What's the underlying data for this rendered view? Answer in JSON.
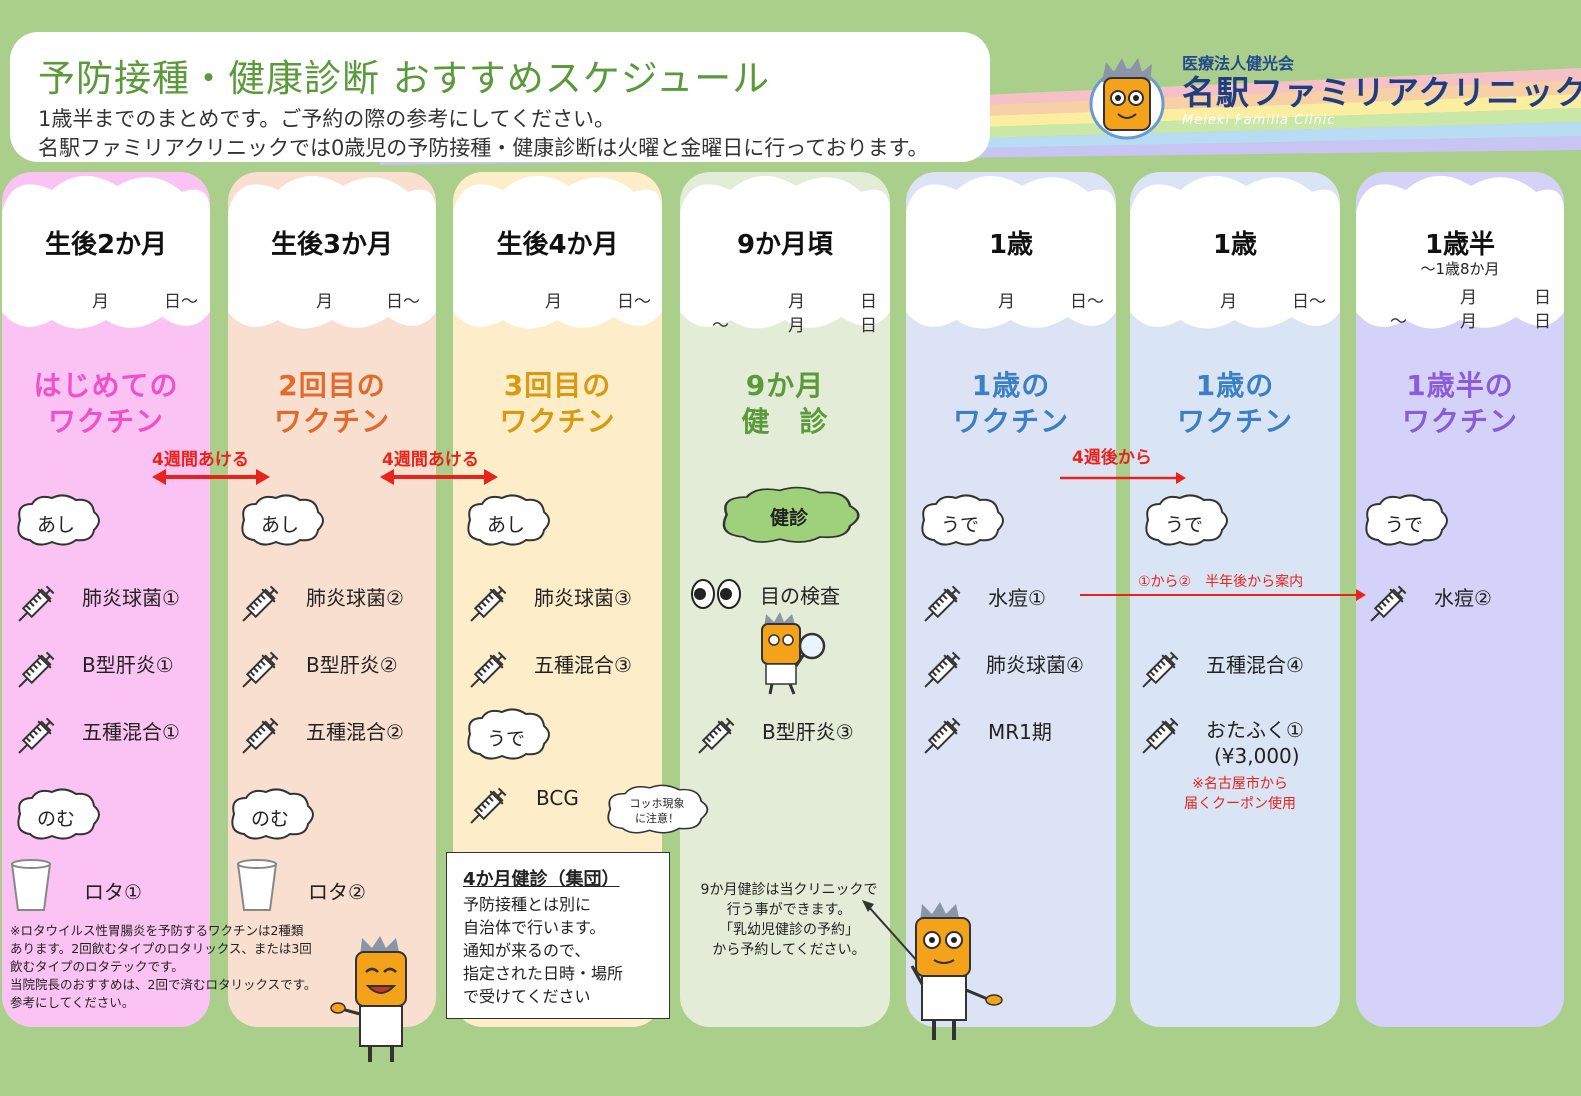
{
  "header": {
    "title": "予防接種・健康診断 おすすめスケジュール",
    "subtitle1": "1歳半までのまとめです。ご予約の際の参考にしてください。",
    "subtitle2": "名駅ファミリアクリニックでは0歳児の予防接種・健康診断は火曜と金曜日に行っております。",
    "logo_small": "医療法人健光会",
    "logo_name": "名駅ファミリアクリニック",
    "logo_en": "Meieki Familia Clinic"
  },
  "date_labels": {
    "month": "月",
    "day": "日",
    "day_from": "日〜",
    "tilde": "〜"
  },
  "columns": [
    {
      "age": "生後2か月",
      "vaccine_title": [
        "はじめての",
        "ワクチン"
      ],
      "title_color": "#f050c8"
    },
    {
      "age": "生後3か月",
      "vaccine_title": [
        "2回目の",
        "ワクチン"
      ],
      "title_color": "#e26a2a"
    },
    {
      "age": "生後4か月",
      "vaccine_title": [
        "3回目の",
        "ワクチン"
      ],
      "title_color": "#d89a10"
    },
    {
      "age": "9か月頃",
      "vaccine_title": [
        "9か月",
        "健　診"
      ],
      "title_color": "#5a9a3a"
    },
    {
      "age": "1歳",
      "vaccine_title": [
        "1歳の",
        "ワクチン"
      ],
      "title_color": "#3b7fc4"
    },
    {
      "age": "1歳",
      "vaccine_title": [
        "1歳の",
        "ワクチン"
      ],
      "title_color": "#3b7fc4"
    },
    {
      "age": "1歳半",
      "age_sub": "〜1歳8か月",
      "vaccine_title": [
        "1歳半の",
        "ワクチン"
      ],
      "title_color": "#8a5cd8"
    }
  ],
  "intervals": {
    "four_weeks_1": "4週間あける",
    "four_weeks_2": "4週間あける",
    "after_four_weeks": "4週後から",
    "half_year": "①から②　半年後から案内"
  },
  "bubbles": {
    "leg": "あし",
    "arm": "うで",
    "oral": "のむ",
    "checkup": "健診",
    "koch": [
      "コッホ現象",
      "に注意！"
    ]
  },
  "items": {
    "c1": [
      "肺炎球菌①",
      "B型肝炎①",
      "五種混合①",
      "ロタ①"
    ],
    "c2": [
      "肺炎球菌②",
      "B型肝炎②",
      "五種混合②",
      "ロタ②"
    ],
    "c3": [
      "肺炎球菌③",
      "五種混合③",
      "BCG"
    ],
    "c4": [
      "目の検査",
      "B型肝炎③"
    ],
    "c5": [
      "水痘①",
      "肺炎球菌④",
      "MR1期"
    ],
    "c6": [
      "五種混合④",
      "おたふく①",
      "(¥3,000)"
    ],
    "c7": [
      "水痘②"
    ]
  },
  "notes": {
    "rota": [
      "※ロタウイルス性胃腸炎を予防するワクチンは2種類",
      "あります。2回飲むタイプのロタリックス、または3回",
      "飲むタイプのロタテックです。",
      "当院院長のおすすめは、2回で済むロタリックスです。",
      "参考にしてください。"
    ],
    "box4_title": "4か月健診（集団）",
    "box4_body": [
      "予防接種とは別に",
      "自治体で行います。",
      "通知が来るので、",
      "指定された日時・場所",
      "で受けてください"
    ],
    "nine_month": [
      "9か月健診は当クリニックで",
      "行う事ができます。",
      "「乳幼児健診の予約」",
      "から予約してください。"
    ],
    "coupon": [
      "※名古屋市から",
      "届くクーポン使用"
    ]
  },
  "colors": {
    "background": "#a9cf8a",
    "col_pink": "#fbc3f3",
    "col_peach": "#f9dfcf",
    "col_yellow": "#fdeec9",
    "col_green": "#e2ecd6",
    "col_blue1": "#dbe3f4",
    "col_blue2": "#d9e4f4",
    "col_purple": "#d5d2fa",
    "arrow_red": "#e8231c"
  }
}
